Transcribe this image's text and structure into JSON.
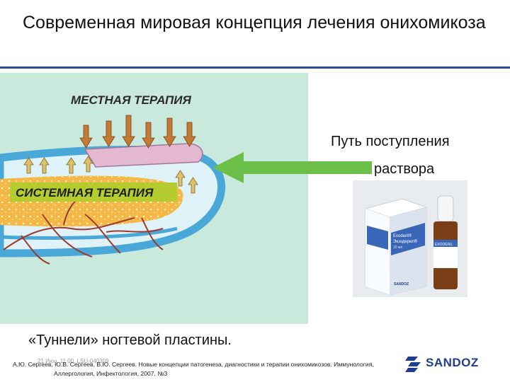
{
  "slide": {
    "title": "Современная мировая концепция лечения онихомикоза",
    "caption": "«Туннели» ногтевой пластины.",
    "reference_line1": "А.Ю. Сергеев, Ю.В. Сергеев, В.Ю. Сергеев. Новые концепции патогенеза, диагностики и терапии онихомикозов. Иммунология,",
    "reference_line2": "Аллергология, Инфектология, 2007, №3",
    "ghost_date": "21 Июн, 11:00, LSU-040309"
  },
  "diagram": {
    "label_local": "МЕСТНАЯ ТЕРАПИЯ",
    "label_systemic": "СИСТЕМНАЯ ТЕРАПИЯ",
    "route_line1": "Путь поступления",
    "route_line2": "раствора"
  },
  "product": {
    "box_brand": "Exoderil®",
    "box_brand_ru": "Экзодерил®",
    "box_volume": "10 мл",
    "box_maker": "SANDOZ",
    "bottle_brand": "EXODERIL"
  },
  "logo": {
    "text": "SANDOZ"
  },
  "colors": {
    "title_rule": "#2f4d9b",
    "diagram_bg": "#c9e9dd",
    "green_arrow": "#6cc04a",
    "nail_band": "#4aa8d8",
    "nail_bed": "#f5b847",
    "vessel": "#9b3b2c",
    "local_arrow": "#c27a35",
    "systemic_label_bg": "#b5cc2e"
  }
}
